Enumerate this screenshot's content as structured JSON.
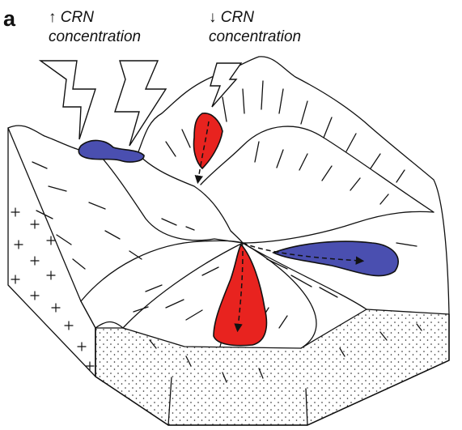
{
  "panel_label": "a",
  "annotations": [
    {
      "arrow": "↑",
      "line1": "CRN",
      "line2": "concentration"
    },
    {
      "arrow": "↓",
      "line1": "CRN",
      "line2": "concentration"
    }
  ],
  "colors": {
    "high_concentration": "#4a4fb0",
    "low_concentration": "#e8231f",
    "outline": "#111111",
    "background": "#ffffff"
  },
  "icons": [
    "lightning-bolt-icon",
    "dashed-flow-arrow"
  ]
}
